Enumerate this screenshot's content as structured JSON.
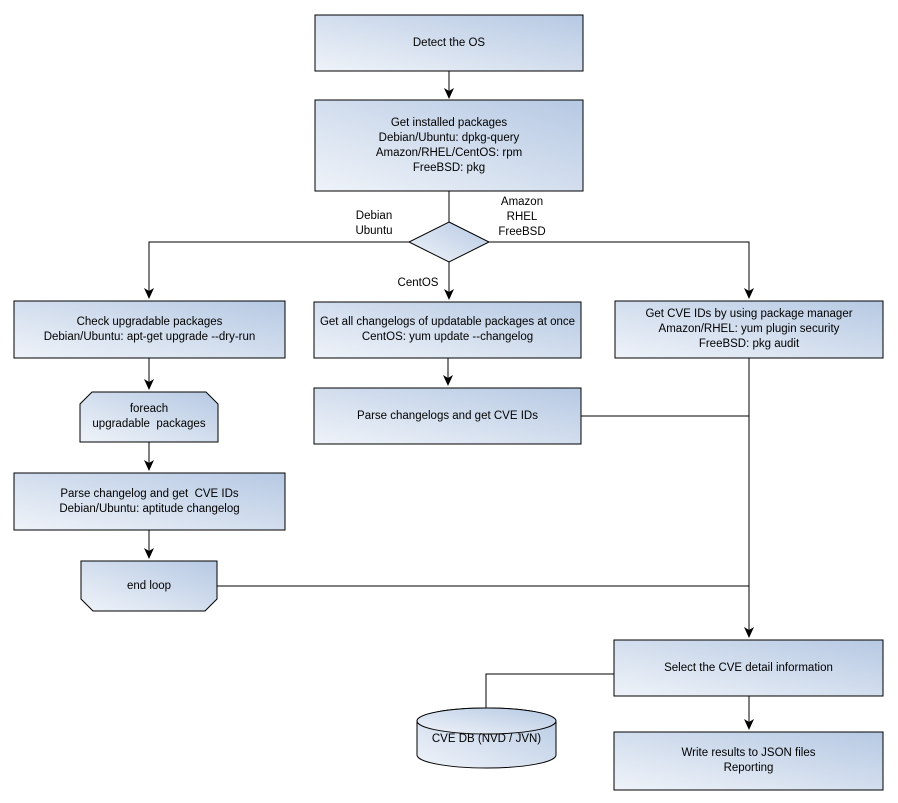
{
  "nodes": {
    "detect_os": {
      "label": "Detect the OS"
    },
    "get_installed_packages": {
      "label": "Get installed packages\nDebian/Ubuntu: dpkg-query\nAmazon/RHEL/CentOS: rpm\nFreeBSD: pkg"
    },
    "check_upgradable_packages": {
      "label": "Check upgradable packages\nDebian/Ubuntu: apt-get upgrade --dry-run"
    },
    "foreach_upgradable_packages": {
      "label": "foreach\nupgradable  packages"
    },
    "parse_changelog_debian": {
      "label": "Parse changelog and get  CVE IDs\nDebian/Ubuntu: aptitude changelog"
    },
    "end_loop": {
      "label": "end loop"
    },
    "get_all_changelogs_centos": {
      "label": "Get all changelogs of updatable packages at once\nCentOS: yum update --changelog"
    },
    "parse_changelogs_centos": {
      "label": "Parse changelogs and get CVE IDs"
    },
    "get_cve_ids_package_manager": {
      "label": "Get CVE IDs by using package manager\nAmazon/RHEL: yum plugin security\nFreeBSD: pkg audit"
    },
    "select_cve_detail": {
      "label": "Select the CVE detail information"
    },
    "cve_db": {
      "label": "CVE DB (NVD / JVN)"
    },
    "write_results": {
      "label": "Write results to JSON files\nReporting"
    }
  },
  "edge_labels": {
    "debian_ubuntu": "Debian\nUbuntu",
    "amazon_rhel_freebsd": "Amazon\nRHEL\nFreeBSD",
    "centos": "CentOS"
  },
  "colors": {
    "node_fill_dark": "#b6c9e3",
    "node_fill_light": "#eff3f9",
    "node_border": "#000000",
    "connector": "#000000",
    "text": "#000000",
    "background": "#ffffff"
  }
}
